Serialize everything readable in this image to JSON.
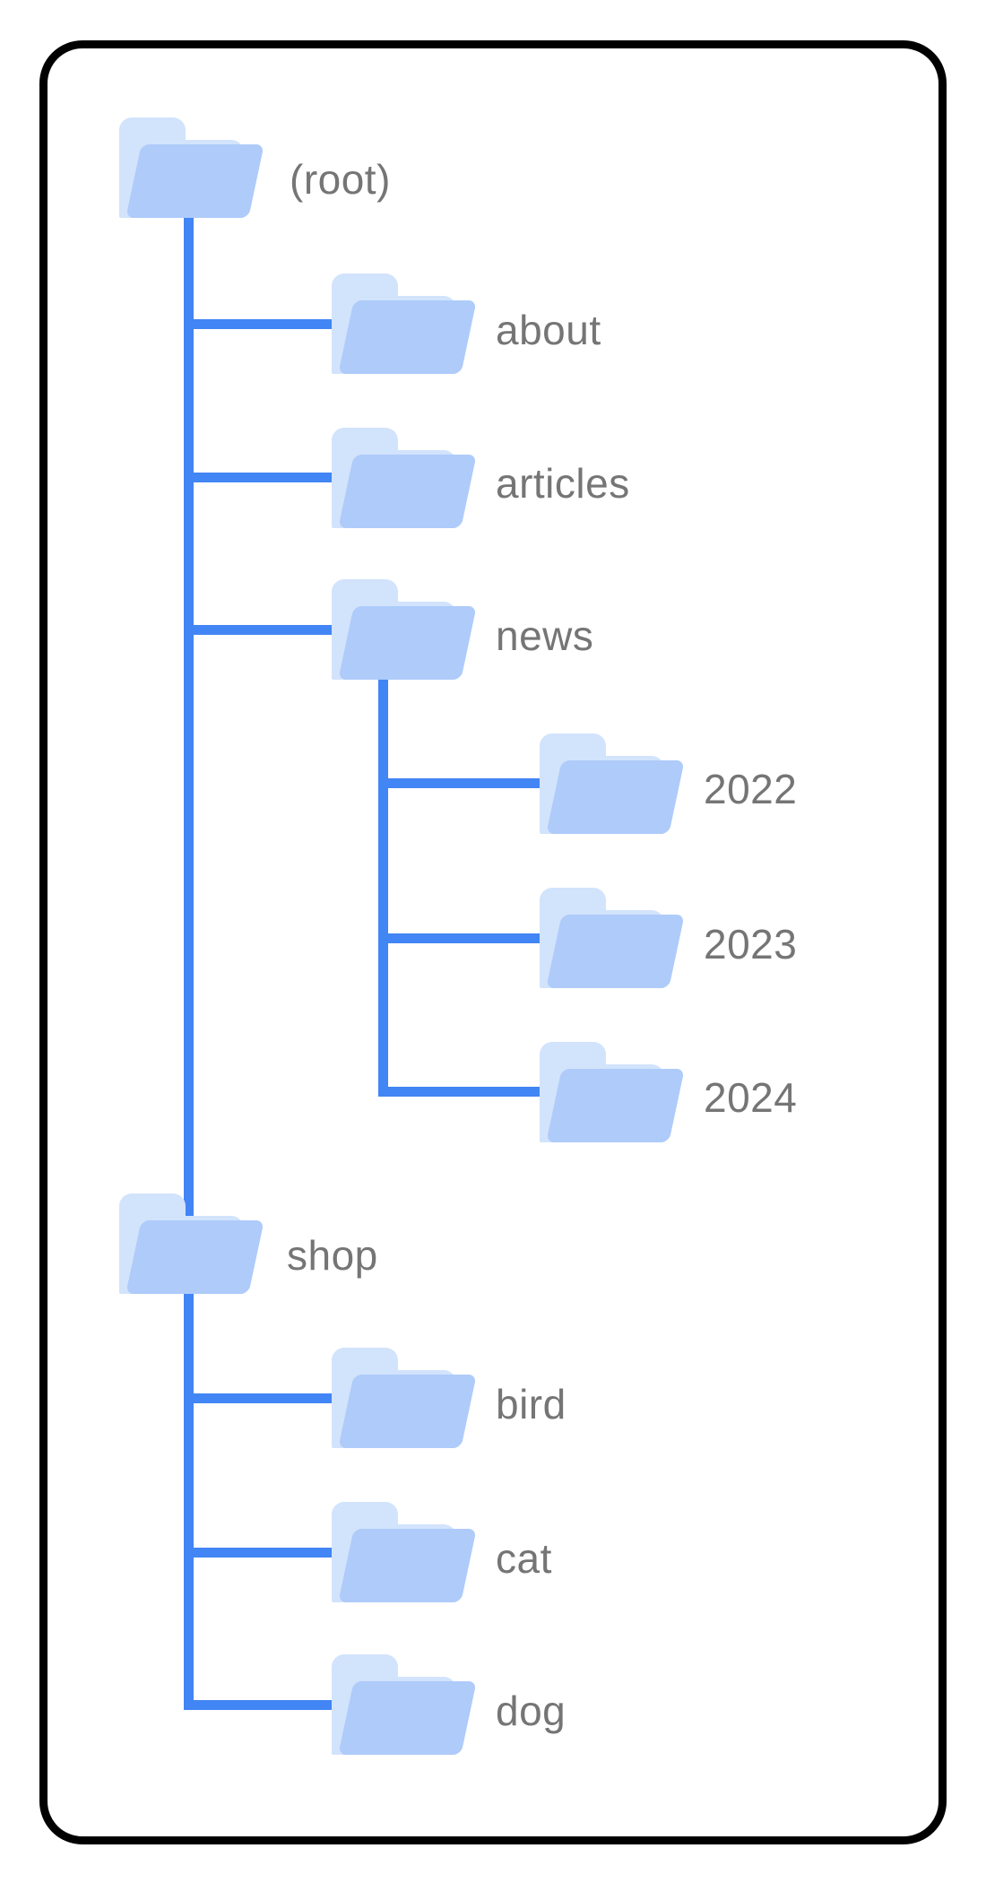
{
  "diagram": {
    "type": "site-folder-tree",
    "colors": {
      "frame_border": "#000000",
      "background": "#ffffff",
      "connector_line": "#4285f4",
      "folder_front": "#aecbfa",
      "folder_back": "#d2e3fc",
      "label_text": "#757575"
    },
    "nodes": [
      {
        "id": "root",
        "label": "(root)",
        "level": 0,
        "parent": null
      },
      {
        "id": "about",
        "label": "about",
        "level": 1,
        "parent": "root"
      },
      {
        "id": "articles",
        "label": "articles",
        "level": 1,
        "parent": "root"
      },
      {
        "id": "news",
        "label": "news",
        "level": 1,
        "parent": "root"
      },
      {
        "id": "y2022",
        "label": "2022",
        "level": 2,
        "parent": "news"
      },
      {
        "id": "y2023",
        "label": "2023",
        "level": 2,
        "parent": "news"
      },
      {
        "id": "y2024",
        "label": "2024",
        "level": 2,
        "parent": "news"
      },
      {
        "id": "shop",
        "label": "shop",
        "level": 0,
        "parent": "root"
      },
      {
        "id": "bird",
        "label": "bird",
        "level": 1,
        "parent": "shop"
      },
      {
        "id": "cat",
        "label": "cat",
        "level": 1,
        "parent": "shop"
      },
      {
        "id": "dog",
        "label": "dog",
        "level": 1,
        "parent": "shop"
      }
    ],
    "hierarchy": {
      "(root)": {
        "about": {},
        "articles": {},
        "news": {
          "2022": {},
          "2023": {},
          "2024": {}
        },
        "shop": {
          "bird": {},
          "cat": {},
          "dog": {}
        }
      }
    }
  }
}
